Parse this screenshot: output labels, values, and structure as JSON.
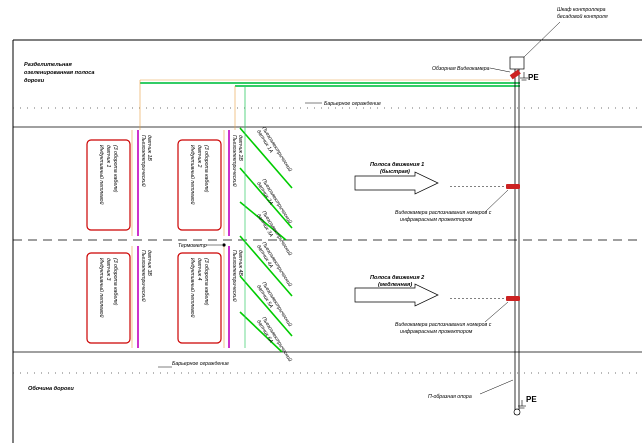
{
  "labels": {
    "controller_cabinet": [
      "Шкаф контроллера",
      "бесадовой контроля"
    ],
    "separation_strip": [
      "Разделительная",
      "озеленированная полоса",
      "дороги"
    ],
    "overview_camera": "Обзорная Видеокамера",
    "pe_top": "PE",
    "pe_bottom": "PE",
    "barrier_top": "Барьерное ограждение",
    "barrier_bottom": "Барьерное ограждение",
    "roadside": "Обочина дороги",
    "thermometer": "Термометр",
    "u_support": "П-образная опора",
    "lane1_title": [
      "Полоса движения 1",
      "(быстрая)"
    ],
    "lane2_title": [
      "Полоса движения 2",
      "(медленная)"
    ],
    "camera_lane1": [
      "Видеокамера распознавания номеров с",
      "инфракрасным прожектором"
    ],
    "camera_lane2": [
      "Видеокамера распознавания номеров с",
      "инфракрасным прожектором"
    ],
    "loop_1": [
      "Индуктивный петлевой",
      "датчик 1",
      "(3 оборота кабеля)"
    ],
    "loop_2": [
      "Индуктивный петлевой",
      "датчик 2",
      "(3 оборота кабеля)"
    ],
    "loop_3": [
      "Индуктивный петлевой",
      "датчик 3",
      "(3 оборота кабеля)"
    ],
    "loop_4": [
      "Индуктивный петлевой",
      "датчик 4",
      "(3 оборота кабеля)"
    ],
    "piezo_a": [
      "Пьезоэлектрический",
      "датчик 1В"
    ],
    "piezo_b": [
      "Пьезоэлектрический",
      "датчик 2В"
    ],
    "piezo_c": [
      "Пьезоэлектрический",
      "датчик 3В"
    ],
    "piezo_d": [
      "Пьезоэлектрический",
      "датчик 4В"
    ],
    "piezo_lane1_a": [
      "Пьезоэлектрический",
      "датчик 1А"
    ],
    "piezo_lane1_b": [
      "Пьезоэлектрический",
      "датчик 2А"
    ],
    "piezo_lane1_c": [
      "Пьезоэлектрический",
      "датчик 3А"
    ],
    "piezo_lane2_a": [
      "Пьезоэлектрический",
      "датчик 4А"
    ],
    "piezo_lane2_b": [
      "Пьезоэлектрический",
      "датчик 5А"
    ],
    "piezo_lane2_c": [
      "Пьезоэлектрический",
      "датчик 6А"
    ]
  },
  "colors": {
    "loop_border": "#cc0000",
    "piezo_green": "#00cc00",
    "piezo_magenta": "#cc33cc",
    "cable_green": "#33cc66",
    "cable_orange": "#e8a040",
    "camera_red": "#cc2222"
  }
}
